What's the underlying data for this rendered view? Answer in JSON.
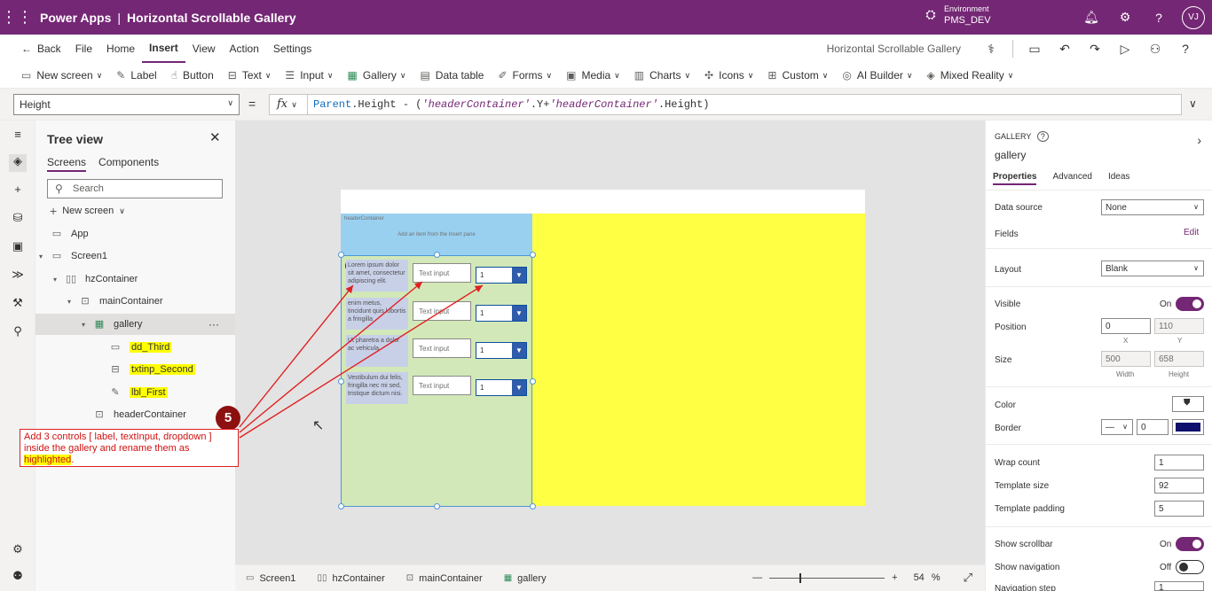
{
  "titlebar": {
    "product": "Power Apps",
    "separator": "|",
    "app_name": "Horizontal Scrollable Gallery",
    "env_label": "Environment",
    "env_name": "PMS_DEV",
    "avatar": "VJ"
  },
  "menubar": {
    "back": "Back",
    "items": [
      "File",
      "Home",
      "Insert",
      "View",
      "Action",
      "Settings"
    ],
    "active": "Insert",
    "doc_name": "Horizontal Scrollable Gallery"
  },
  "ribbon": {
    "items": [
      {
        "label": "New screen",
        "icon": "new-screen-icon",
        "dropdown": true
      },
      {
        "label": "Label",
        "icon": "label-icon",
        "dropdown": false
      },
      {
        "label": "Button",
        "icon": "button-icon",
        "dropdown": false
      },
      {
        "label": "Text",
        "icon": "text-icon",
        "dropdown": true
      },
      {
        "label": "Input",
        "icon": "input-icon",
        "dropdown": true
      },
      {
        "label": "Gallery",
        "icon": "gallery-icon",
        "dropdown": true
      },
      {
        "label": "Data table",
        "icon": "data-table-icon",
        "dropdown": false
      },
      {
        "label": "Forms",
        "icon": "forms-icon",
        "dropdown": true
      },
      {
        "label": "Media",
        "icon": "media-icon",
        "dropdown": true
      },
      {
        "label": "Charts",
        "icon": "charts-icon",
        "dropdown": true
      },
      {
        "label": "Icons",
        "icon": "icons-icon",
        "dropdown": true
      },
      {
        "label": "Custom",
        "icon": "custom-icon",
        "dropdown": true
      },
      {
        "label": "AI Builder",
        "icon": "ai-builder-icon",
        "dropdown": true
      },
      {
        "label": "Mixed Reality",
        "icon": "mixed-reality-icon",
        "dropdown": true
      }
    ]
  },
  "formulabar": {
    "property": "Height",
    "equals": "=",
    "fx": "fx",
    "formula_a": "Parent",
    "formula_b": ".Height - (",
    "formula_c": "'headerContainer'",
    "formula_d": ".Y+",
    "formula_e": "'headerContainer'",
    "formula_f": ".Height)"
  },
  "tree": {
    "title": "Tree view",
    "tabs": [
      "Screens",
      "Components"
    ],
    "search_placeholder": "Search",
    "new_screen": "New screen",
    "nodes": [
      {
        "label": "App",
        "depth": 0,
        "icon": "app-icon",
        "expand": ""
      },
      {
        "label": "Screen1",
        "depth": 0,
        "icon": "screen-icon",
        "expand": "▾"
      },
      {
        "label": "hzContainer",
        "depth": 1,
        "icon": "horizontal-container-icon",
        "expand": "▾"
      },
      {
        "label": "mainContainer",
        "depth": 2,
        "icon": "container-icon",
        "expand": "▾"
      },
      {
        "label": "gallery",
        "depth": 3,
        "icon": "gallery-icon",
        "expand": "▾",
        "selected": true
      },
      {
        "label": "dd_Third",
        "depth": 4,
        "icon": "dropdown-icon",
        "expand": "",
        "highlight": true
      },
      {
        "label": "txtinp_Second",
        "depth": 4,
        "icon": "text-input-icon",
        "expand": "",
        "highlight": true
      },
      {
        "label": "lbl_First",
        "depth": 4,
        "icon": "label-icon",
        "expand": "",
        "highlight": true
      },
      {
        "label": "headerContainer",
        "depth": 2,
        "icon": "container-icon",
        "expand": ""
      }
    ]
  },
  "canvas": {
    "header_container_label": "headerContainer",
    "header_hint": "Add an item from the Insert pane",
    "gallery_rows": [
      {
        "label": "Lorem ipsum dolor sit amet, consectetur adipiscing elit.",
        "text_input": "Text input",
        "dropdown": "1"
      },
      {
        "label": "enim metus, tincidunt quis lobortis a fringilla",
        "text_input": "Text input",
        "dropdown": "1"
      },
      {
        "label": "Ut pharetra a dolor ac vehicula.",
        "text_input": "Text input",
        "dropdown": "1"
      },
      {
        "label": "Vestibulum dui felis, fringilla nec mi sed, tristique dictum nisi.",
        "text_input": "Text input",
        "dropdown": "1"
      }
    ]
  },
  "annotation": {
    "number": "5",
    "text_a": "Add 3 controls [ label, textInput, dropdown ] inside the gallery and rename them as ",
    "text_b": "highlighted",
    "text_c": "."
  },
  "statusbar": {
    "crumbs": [
      "Screen1",
      "hzContainer",
      "mainContainer",
      "gallery"
    ],
    "zoom_value": "54",
    "zoom_unit": "%",
    "minus": "—",
    "plus": "+"
  },
  "properties": {
    "type": "GALLERY",
    "name": "gallery",
    "tabs": [
      "Properties",
      "Advanced",
      "Ideas"
    ],
    "data_source_label": "Data source",
    "data_source": "None",
    "fields_label": "Fields",
    "fields_action": "Edit",
    "layout_label": "Layout",
    "layout": "Blank",
    "visible_label": "Visible",
    "visible_state": "On",
    "position_label": "Position",
    "pos_x": "0",
    "pos_y": "110",
    "x_label": "X",
    "y_label": "Y",
    "size_label": "Size",
    "width": "500",
    "height": "658",
    "width_label": "Width",
    "height_label": "Height",
    "color_label": "Color",
    "border_label": "Border",
    "border_width": "0",
    "border_color": "#0f0f6e",
    "wrap_count_label": "Wrap count",
    "wrap_count": "1",
    "template_size_label": "Template size",
    "template_size": "92",
    "template_padding_label": "Template padding",
    "template_padding": "5",
    "show_scrollbar_label": "Show scrollbar",
    "show_scrollbar_state": "On",
    "show_navigation_label": "Show navigation",
    "show_navigation_state": "Off",
    "navigation_step_label": "Navigation step",
    "navigation_step": "1"
  },
  "colors": {
    "brand": "#742774",
    "canvas_screen": "#ffff44",
    "header_container": "#99d0f0",
    "gallery": "#d2e8b8",
    "annotation": "#e02020"
  }
}
